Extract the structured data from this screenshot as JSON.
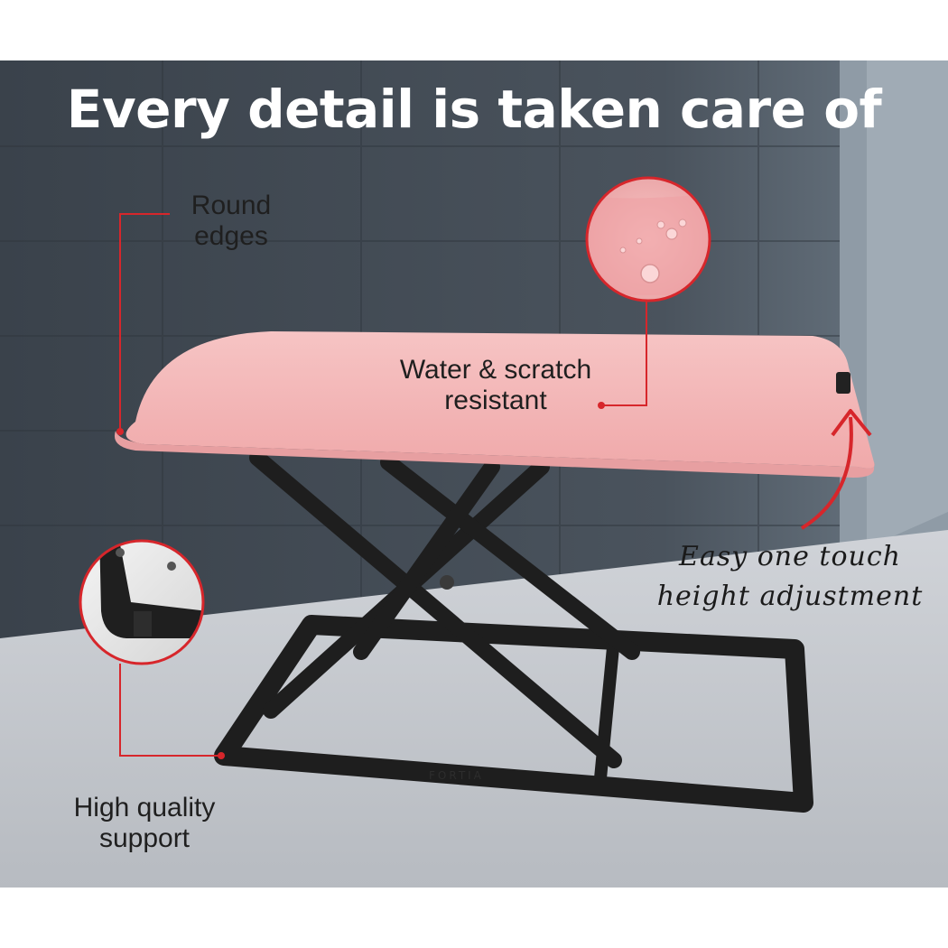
{
  "headline": "Every detail is taken care of",
  "callouts": {
    "round_edges": {
      "line1": "Round",
      "line2": "edges"
    },
    "water_scratch": {
      "line1": "Water & scratch",
      "line2": "resistant"
    },
    "one_touch": {
      "line1": "Easy one touch",
      "line2": "height adjustment"
    },
    "support": {
      "line1": "High quality",
      "line2": "support"
    }
  },
  "brand": "FORTIA",
  "colors": {
    "accent": "#d7262b",
    "desk_top": "#f4b6b6",
    "frame": "#1e1e1e",
    "wall": "#3f4750",
    "floor": "#c9ccd1"
  },
  "icons": [
    "water-droplets-inset",
    "frame-corner-inset",
    "curved-arrow-icon"
  ]
}
